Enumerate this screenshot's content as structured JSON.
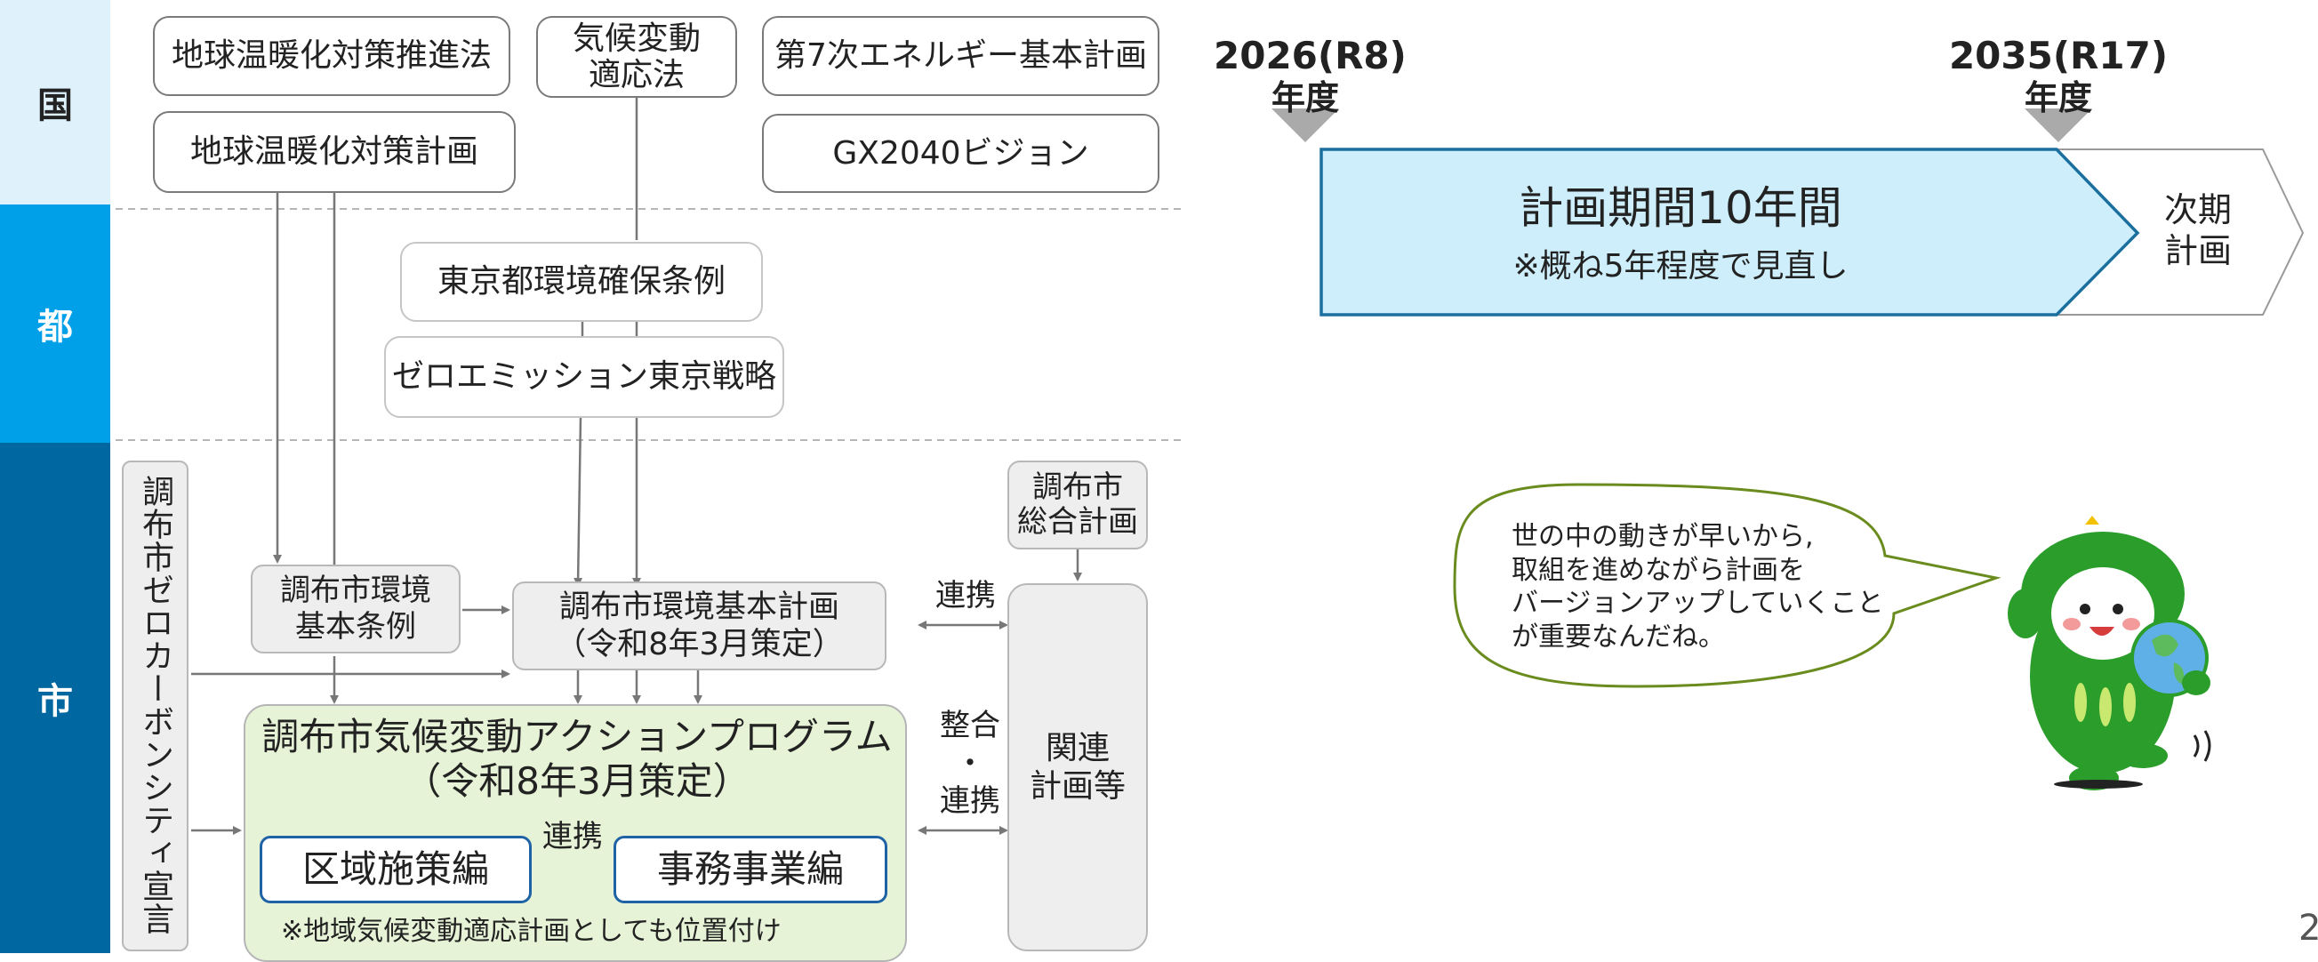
{
  "levels": {
    "national": "国",
    "metro": "都",
    "city": "市"
  },
  "national": {
    "law1": "地球温暖化対策推進法",
    "law2": "気候変動\n適応法",
    "energy_plan": "第7次エネルギー基本計画",
    "warming_plan": "地球温暖化対策計画",
    "gx_vision": "GX2040ビジョン"
  },
  "metro": {
    "ordinance": "東京都環境確保条例",
    "strategy": "ゼロエミッション東京戦略"
  },
  "city": {
    "declaration": "調布市ゼロカーボンシティ宣言",
    "general_plan": "調布市\n総合計画",
    "env_ordinance": "調布市環境\n基本条例",
    "env_plan_title": "調布市環境基本計画",
    "env_plan_date": "（令和8年3月策定）",
    "link_label_1": "連携",
    "integrate_label": "整合\n・\n連携",
    "program_title": "調布市気候変動アクションプログラム",
    "program_date": "（令和8年3月策定）",
    "area_policy": "区域施策編",
    "office_project": "事務事業編",
    "link_label_2": "連携",
    "program_note": "※地域気候変動適応計画としても位置付け",
    "related_plans": "関連\n計画等"
  },
  "timeline": {
    "start_year": "2026(R8)",
    "start_suffix": "年度",
    "end_year": "2035(R17)",
    "end_suffix": "年度",
    "period_title": "計画期間10年間",
    "period_note": "※概ね5年程度で見直し",
    "next_period": "次期\n計画"
  },
  "mascot": {
    "speech": "世の中の動きが早いから,\n取組を進めながら計画を\nバージョンアップしていくこと\nが重要なんだね。"
  },
  "page_number": "2",
  "colors": {
    "national_band": "#dff1fb",
    "metro_band": "#00a0e9",
    "city_band": "#0067a0",
    "program_fill": "#e6f3d6",
    "timeline_fill": "#cdeefa",
    "timeline_stroke": "#1a6f9e",
    "bubble_stroke": "#6a8c1f",
    "mascot_green": "#2a9d2a"
  }
}
